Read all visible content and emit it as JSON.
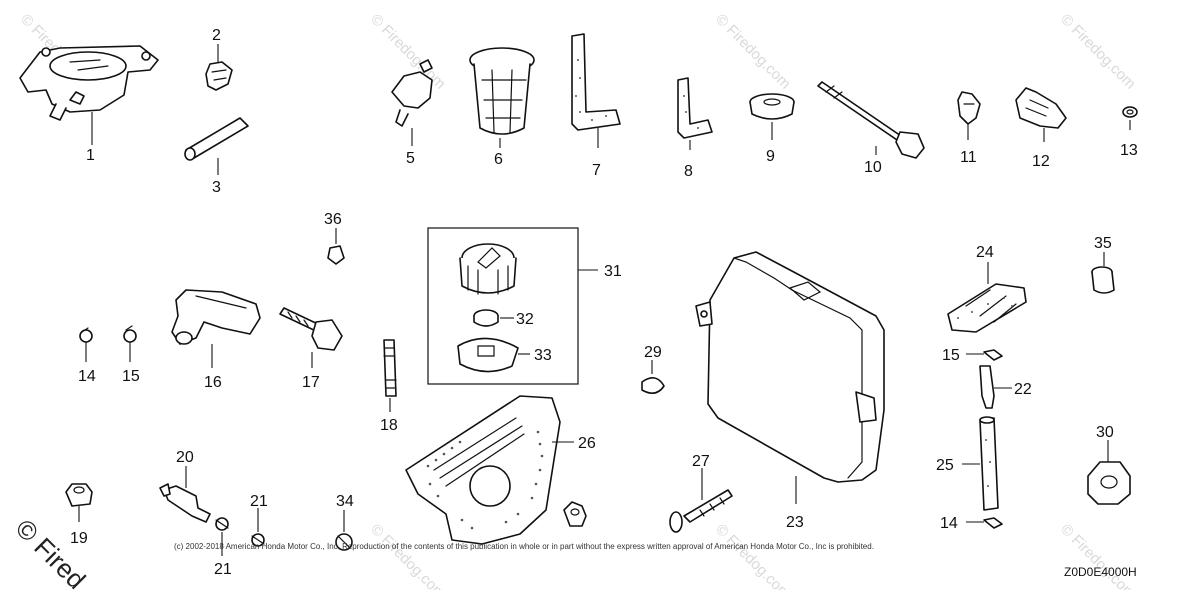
{
  "watermark": {
    "text": "© Firedog.com",
    "corner_text": "© Fired"
  },
  "copyright": "(c) 2002-2018 American Honda Motor Co., Inc. Reproduction of the contents of this publication in whole or in part without the express written approval of American Honda Motor Co., Inc is prohibited.",
  "diagram_code": "Z0D0E4000H",
  "callouts": {
    "c1": "1",
    "c2": "2",
    "c3": "3",
    "c5": "5",
    "c6": "6",
    "c7": "7",
    "c8": "8",
    "c9": "9",
    "c10": "10",
    "c11": "11",
    "c12": "12",
    "c13": "13",
    "c14a": "14",
    "c15a": "15",
    "c16": "16",
    "c17": "17",
    "c18": "18",
    "c19": "19",
    "c20": "20",
    "c21a": "21",
    "c21b": "21",
    "c22": "22",
    "c23": "23",
    "c24": "24",
    "c25": "25",
    "c26": "26",
    "c27": "27",
    "c29": "29",
    "c30": "30",
    "c31": "31",
    "c32": "32",
    "c33": "33",
    "c34": "34",
    "c35": "35",
    "c36": "36",
    "c14b": "14",
    "c15b": "15"
  }
}
